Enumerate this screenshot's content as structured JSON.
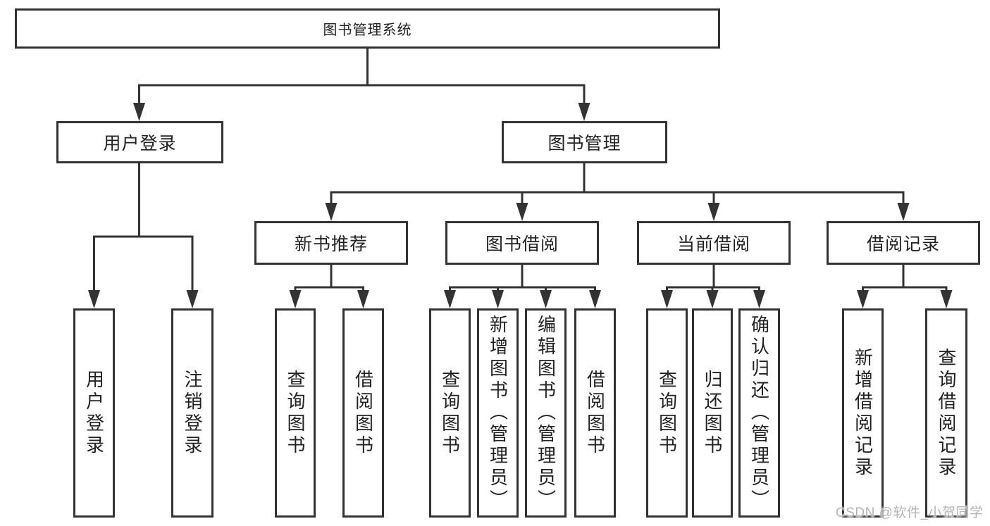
{
  "diagram": {
    "root": {
      "label": "图书管理系统"
    },
    "level2": {
      "user_login": {
        "label": "用户登录"
      },
      "book_mgmt": {
        "label": "图书管理"
      }
    },
    "level3": {
      "new_books": {
        "label": "新书推荐"
      },
      "borrowing": {
        "label": "图书借阅"
      },
      "current": {
        "label": "当前借阅"
      },
      "records": {
        "label": "借阅记录"
      }
    },
    "leaves": {
      "user_login": {
        "label": "用户登录"
      },
      "logout": {
        "label": "注销登录"
      },
      "nb_search": {
        "label": "查询图书"
      },
      "nb_borrow": {
        "label": "借阅图书"
      },
      "bw_search": {
        "label": "查询图书"
      },
      "bw_add": {
        "label": "新增图书（管理员）"
      },
      "bw_edit": {
        "label": "编辑图书（管理员）"
      },
      "bw_borrow": {
        "label": "借阅图书"
      },
      "cur_search": {
        "label": "查询图书"
      },
      "cur_return": {
        "label": "归还图书"
      },
      "cur_confirm": {
        "label": "确认归还（管理员）"
      },
      "rec_add": {
        "label": "新增借阅记录"
      },
      "rec_search": {
        "label": "查询借阅记录"
      }
    }
  },
  "watermark": {
    "text": "CSDN @软件_小贺同学"
  },
  "colors": {
    "line": "#333333",
    "text": "#222222",
    "background": "#ffffff",
    "watermark": "#b5b5b5"
  }
}
